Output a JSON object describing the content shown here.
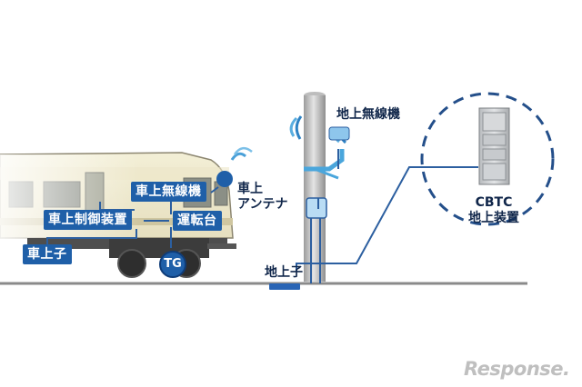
{
  "labels": {
    "onboard_radio": "車上無線機",
    "onboard_antenna_line1": "車上",
    "onboard_antenna_line2": "アンテナ",
    "onboard_control": "車上制御装置",
    "cab": "運転台",
    "onboard_transponder": "車上子",
    "tg": "TG",
    "wayside_radio": "地上無線機",
    "ground_transponder": "地上子",
    "cbtc_line1": "CBTC",
    "cbtc_line2": "地上装置"
  },
  "watermark": "Response.",
  "colors": {
    "label_bg": "#1f5fa8",
    "connector": "#2c5fa0",
    "dashed_circle": "#244f8a",
    "rail": "#8a8a8a",
    "text_dark": "#10264a"
  }
}
